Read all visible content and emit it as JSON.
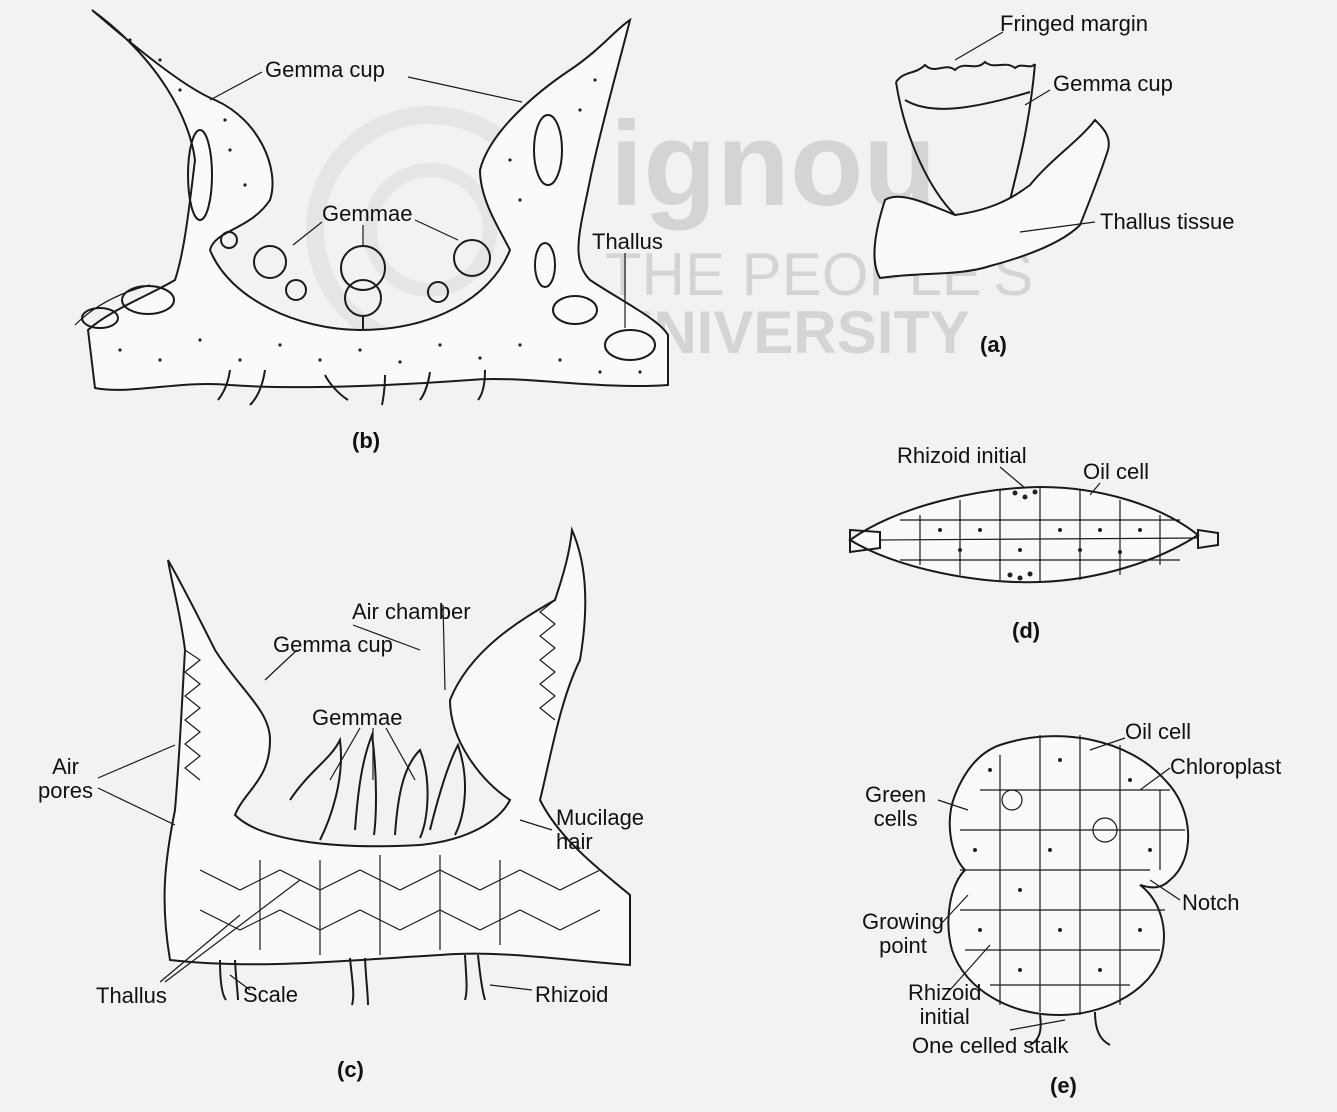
{
  "watermark": {
    "brand": "ignou",
    "line1": "THE PEOPLE'S",
    "line2": "UNIVERSITY"
  },
  "panel_a": {
    "caption": "(a)",
    "labels": {
      "fringed_margin": "Fringed margin",
      "gemma_cup": "Gemma cup",
      "thallus_tissue": "Thallus tissue"
    }
  },
  "panel_b": {
    "caption": "(b)",
    "labels": {
      "gemma_cup": "Gemma cup",
      "gemmae": "Gemmae",
      "thallus": "Thallus"
    }
  },
  "panel_c": {
    "caption": "(c)",
    "labels": {
      "air_chamber": "Air chamber",
      "gemma_cup": "Gemma cup",
      "gemmae": "Gemmae",
      "air_pores": "Air\npores",
      "mucilage_hair": "Mucilage\nhair",
      "thallus": "Thallus",
      "scale": "Scale",
      "rhizoid": "Rhizoid"
    }
  },
  "panel_d": {
    "caption": "(d)",
    "labels": {
      "rhizoid_initial": "Rhizoid initial",
      "oil_cell": "Oil cell"
    }
  },
  "panel_e": {
    "caption": "(e)",
    "labels": {
      "oil_cell": "Oil cell",
      "chloroplast": "Chloroplast",
      "green_cells": "Green\ncells",
      "notch": "Notch",
      "growing_point": "Growing\npoint",
      "rhizoid_initial": "Rhizoid\ninitial",
      "one_celled_stalk": "One celled stalk"
    }
  }
}
